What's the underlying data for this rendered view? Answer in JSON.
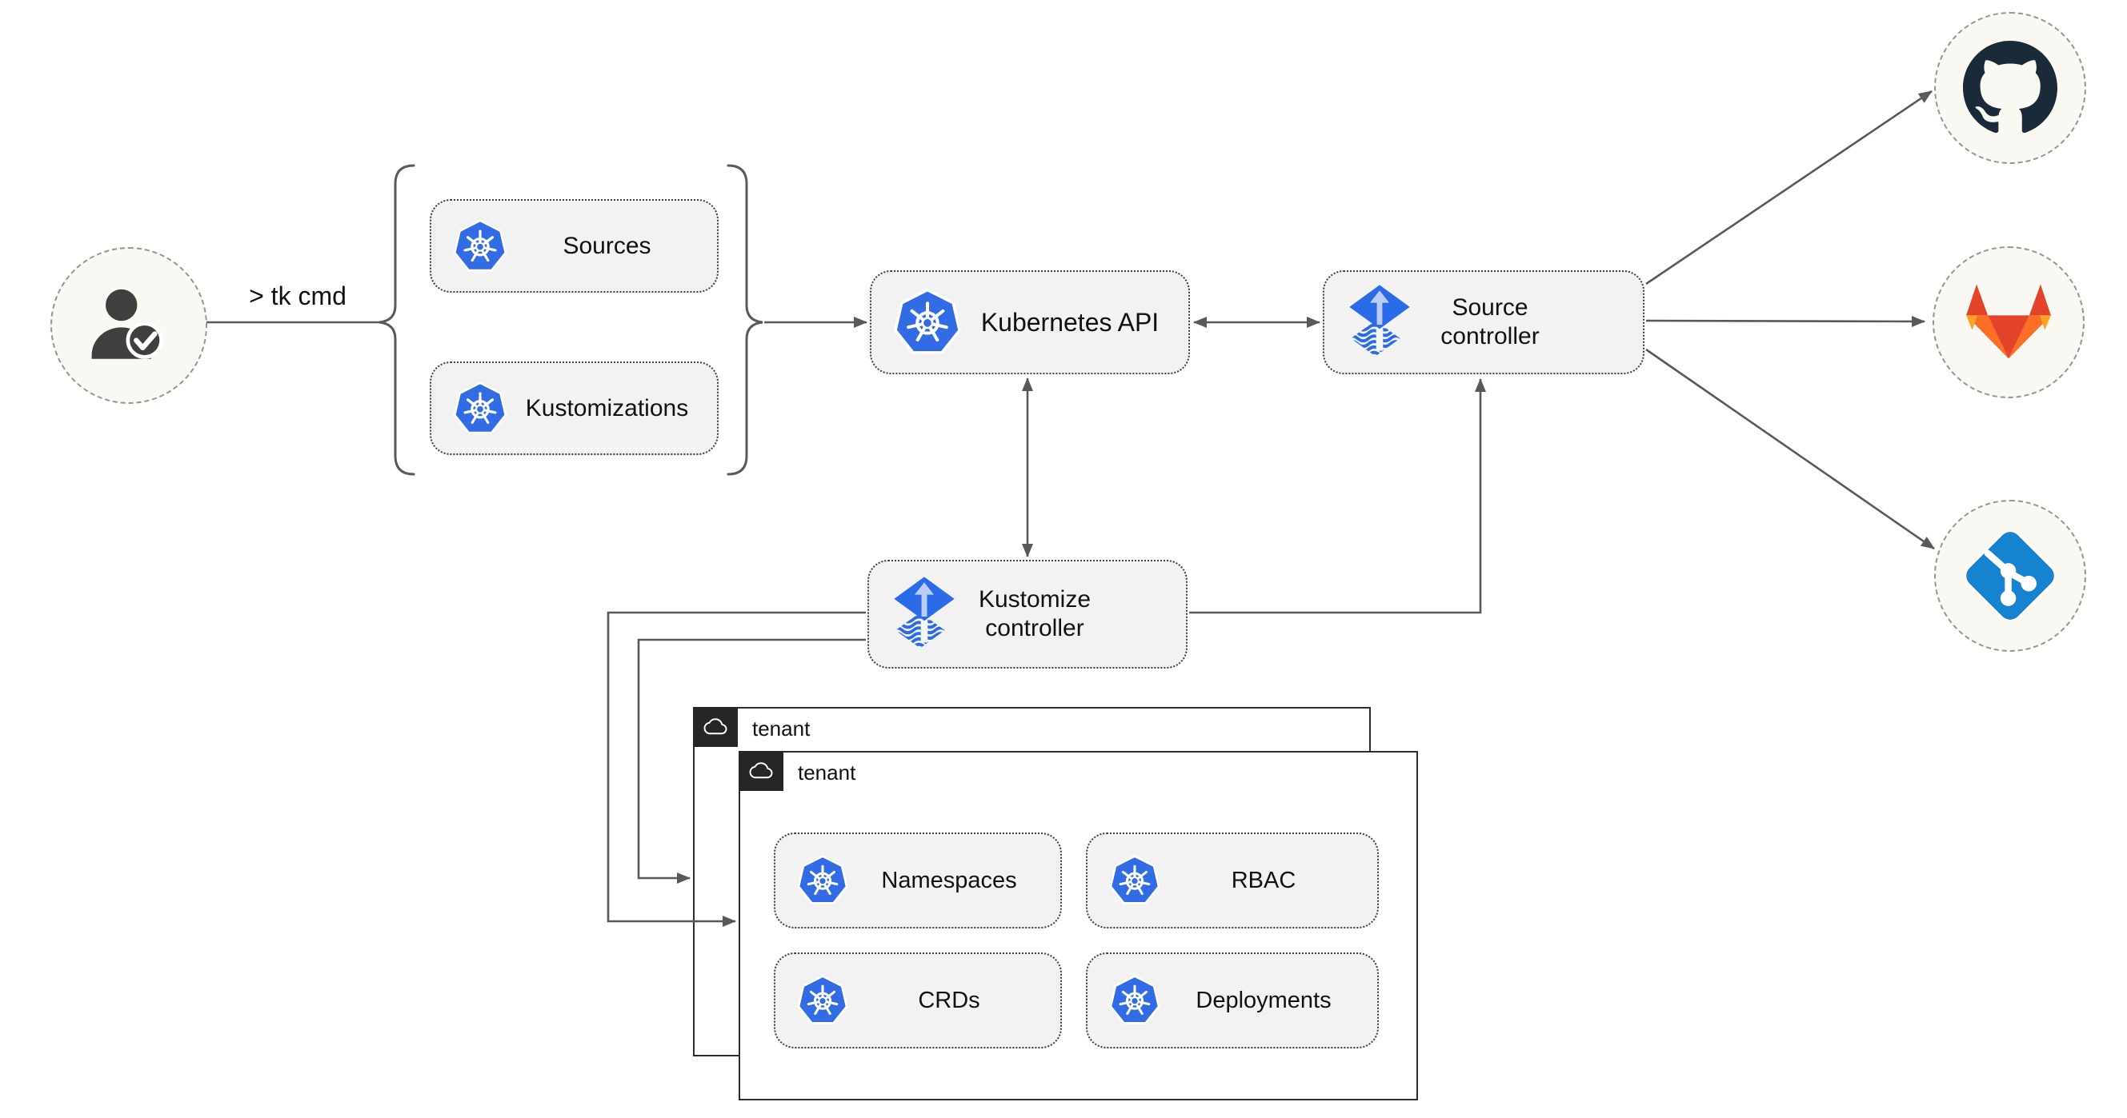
{
  "user": {
    "cli_label": "> tk cmd"
  },
  "cli_resources": [
    {
      "label": "Sources"
    },
    {
      "label": "Kustomizations"
    }
  ],
  "cluster": {
    "kubernetes_api": {
      "label": "Kubernetes API"
    },
    "source_controller": {
      "label": "Source controller"
    },
    "kustomize_controller": {
      "label": "Kustomize controller"
    }
  },
  "tenants": [
    {
      "label": "tenant"
    },
    {
      "label": "tenant",
      "resources": [
        {
          "label": "Namespaces"
        },
        {
          "label": "RBAC"
        },
        {
          "label": "CRDs"
        },
        {
          "label": "Deployments"
        }
      ]
    }
  ],
  "git_providers": [
    {
      "icon": "github-icon"
    },
    {
      "icon": "gitlab-icon"
    },
    {
      "icon": "git-icon"
    }
  ],
  "icons": [
    "user-check-icon",
    "kubernetes-icon",
    "flux-icon",
    "cloud-icon",
    "github-icon",
    "gitlab-icon",
    "git-icon"
  ],
  "colors": {
    "kubernetes_blue": "#326ce5",
    "flux_blue": "#2b6be8",
    "flux_arrow_light": "#bccdf3",
    "github_dark": "#1b2a38",
    "gitlab_red": "#e24329",
    "gitlab_orange": "#fc6d26",
    "gitlab_light_orange": "#fca326",
    "git_blue": "#1583d0",
    "person_gray": "#3f3f3f",
    "line": "#595959",
    "node_fill": "#f2f2f2",
    "circle_fill": "#faf8f3",
    "tenant_tab": "#262626"
  }
}
